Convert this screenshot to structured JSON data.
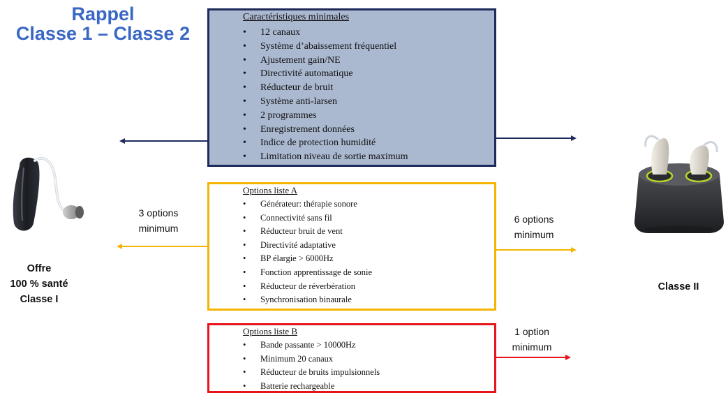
{
  "title": {
    "line1": "Rappel",
    "line2": "Classe 1 – Classe 2"
  },
  "main_box": {
    "heading": "Caractéristiques minimales",
    "items": [
      "12 canaux",
      "Système d’abaissement fréquentiel",
      "Ajustement gain/NE",
      "Directivité automatique",
      "Réducteur de bruit",
      "Système anti-larsen",
      "2 programmes",
      "Enregistrement données",
      "Indice de protection humidité",
      "Limitation niveau de sortie maximum"
    ],
    "fill_color": "#aab8d0",
    "border_color": "#1e2a5a"
  },
  "list_a": {
    "heading": "Options liste A",
    "items": [
      "Générateur: thérapie sonore",
      "Connectivité sans fil",
      "Réducteur bruit de vent",
      "Directivité adaptative",
      "BP élargie > 6000Hz",
      "Fonction apprentissage de sonie",
      "Réducteur de réverbération",
      "Synchronisation binaurale"
    ],
    "border_color": "#f5b400"
  },
  "list_b": {
    "heading": "Options liste B",
    "items": [
      "Bande passante > 10000Hz",
      "Minimum 20 canaux",
      "Réducteur de bruits impulsionnels",
      "Batterie rechargeable"
    ],
    "border_color": "#e8141c"
  },
  "labels": {
    "left_a_line1": "3 options",
    "left_a_line2": "minimum",
    "right_a_line1": "6 options",
    "right_a_line2": "minimum",
    "right_b_line1": "1 option",
    "right_b_line2": "minimum"
  },
  "class1": {
    "line1": "Offre",
    "line2": "100 % santé",
    "line3": "Classe I"
  },
  "class2": {
    "label": "Classe II"
  },
  "icons": {
    "left": "behind-the-ear-hearing-aid-icon",
    "right": "rechargeable-hearing-aid-charger-icon"
  },
  "colors": {
    "title": "#3a67c4",
    "navy": "#1e2a5a",
    "yellow": "#f5b400",
    "red": "#e8141c"
  }
}
